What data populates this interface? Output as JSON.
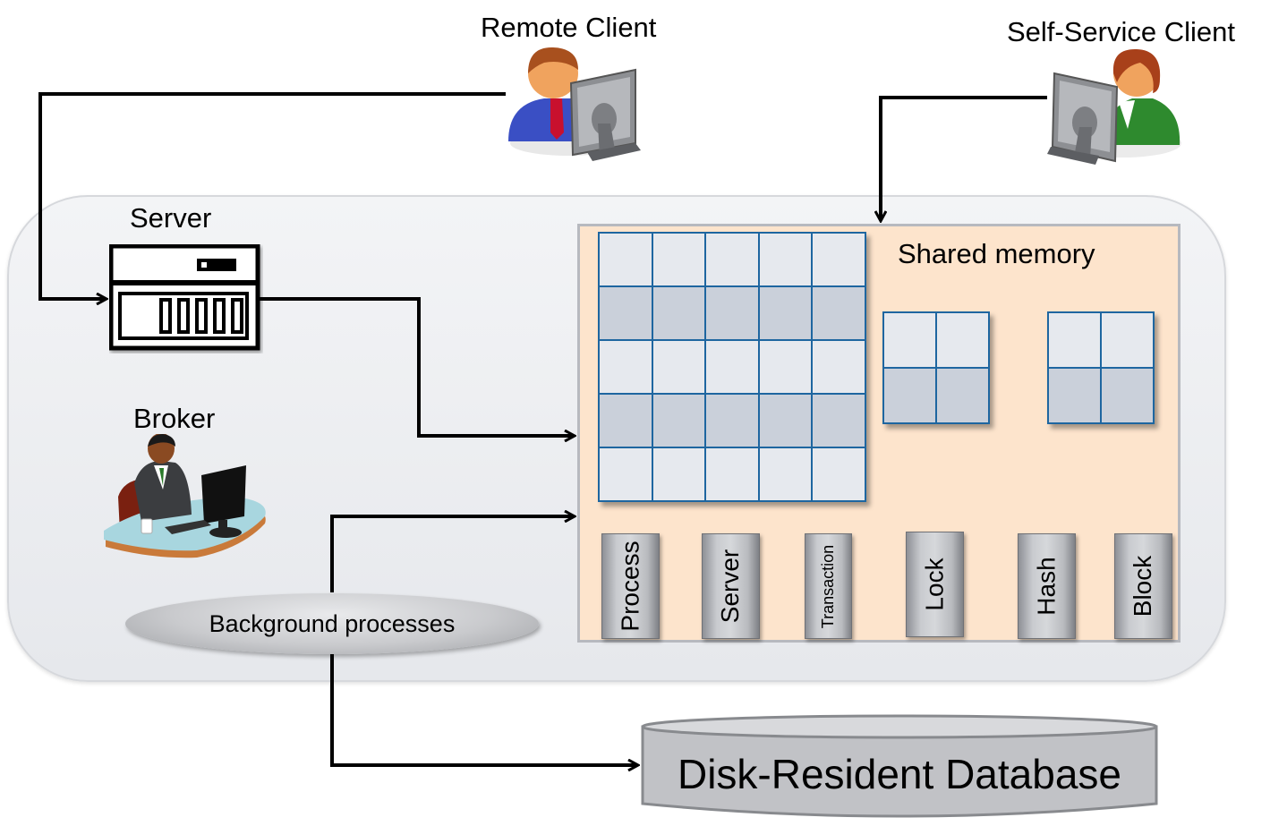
{
  "diagram": {
    "title": "",
    "nodes": {
      "remote_client": {
        "label": "Remote Client",
        "icon": "user-at-computer-icon"
      },
      "self_service_client": {
        "label": "Self-Service Client",
        "icon": "user-at-computer-icon"
      },
      "server": {
        "label": "Server",
        "icon": "server-rack-icon"
      },
      "broker": {
        "label": "Broker",
        "icon": "person-at-desk-icon"
      },
      "shared_memory": {
        "label": "Shared memory",
        "buffer_grid": {
          "rows": 5,
          "cols": 5,
          "shaded_rows": [
            2,
            4
          ]
        },
        "small_grids": [
          {
            "rows": 2,
            "cols": 2,
            "shaded_rows": [
              2
            ]
          },
          {
            "rows": 2,
            "cols": 2,
            "shaded_rows": [
              2
            ]
          }
        ],
        "blocks": [
          {
            "label": "Process"
          },
          {
            "label": "Server"
          },
          {
            "label": "Transaction"
          },
          {
            "label": "Lock"
          },
          {
            "label": "Hash"
          },
          {
            "label": "Block"
          }
        ]
      },
      "background_processes": {
        "label": "Background processes"
      },
      "database": {
        "label": "Disk-Resident Database"
      }
    },
    "edges": [
      {
        "from": "Remote Client",
        "to": "Server"
      },
      {
        "from": "Self-Service Client",
        "to": "Shared memory"
      },
      {
        "from": "Server",
        "to": "Shared memory"
      },
      {
        "from": "Background processes",
        "to": "Shared memory"
      },
      {
        "from": "Background processes",
        "to": "Disk-Resident Database"
      }
    ],
    "colors": {
      "shared_memory_fill": "#fde4cc",
      "grid_line": "#1e66a0",
      "grid_light": "#e6e9ee",
      "grid_dark": "#cad0da",
      "outer_panel": "#eceef1"
    }
  }
}
